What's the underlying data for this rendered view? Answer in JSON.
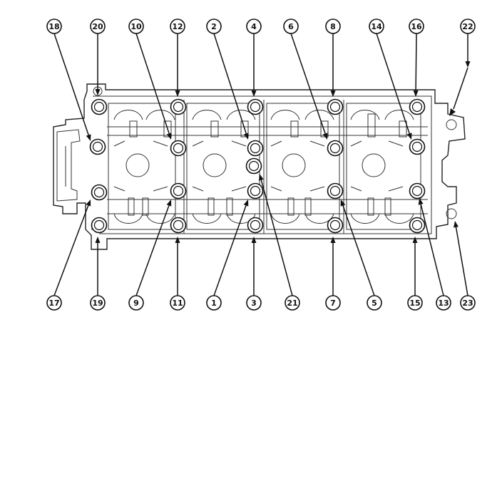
{
  "callouts_top": [
    "18",
    "20",
    "10",
    "12",
    "2",
    "4",
    "6",
    "8",
    "14",
    "16",
    "22"
  ],
  "callouts_bottom": [
    "17",
    "19",
    "9",
    "11",
    "1",
    "3",
    "21",
    "7",
    "5",
    "15",
    "13",
    "23"
  ],
  "colors": {
    "ink": "#111111",
    "paper": "#ffffff"
  }
}
